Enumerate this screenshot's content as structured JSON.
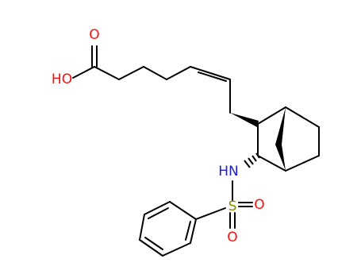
{
  "molecule": {
    "atoms": {
      "carbonyl_oxygen": {
        "label": "O",
        "color": "#ff0d0d"
      },
      "hydroxyl": {
        "label": "HO",
        "color": "#ff0d0d"
      },
      "amine": {
        "label": "HN",
        "color": "#1f1fcf"
      },
      "sulfur": {
        "label": "S",
        "color": "#8b8b00"
      },
      "sulfonyl_oxygen_right": {
        "label": "O",
        "color": "#ff0d0d"
      },
      "sulfonyl_oxygen_bottom": {
        "label": "O",
        "color": "#ff0d0d"
      }
    },
    "bond_color": "#000000"
  }
}
